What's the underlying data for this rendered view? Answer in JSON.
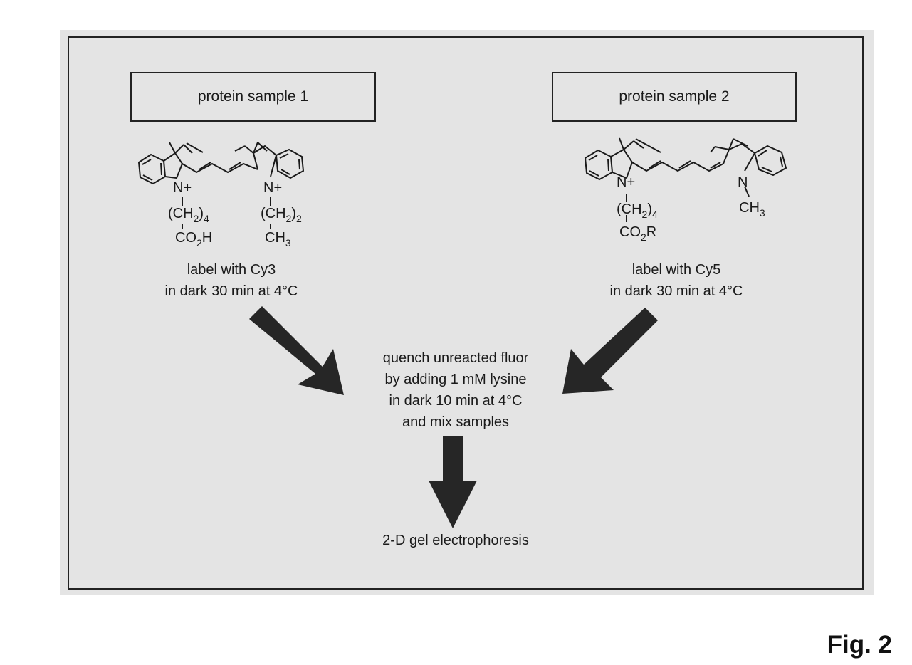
{
  "sample_1": {
    "title": "protein sample 1",
    "label_line1": "label with Cy3",
    "label_line2": "in dark 30 min at 4°C",
    "structure": {
      "n_plus_left": "N+",
      "n_plus_right": "N+",
      "chain_left_1": "(CH",
      "chain_left_1_sub": "2",
      "chain_left_1_end": ")",
      "chain_left_1_sub2": "4",
      "chain_left_2": "CO",
      "chain_left_2_sub": "2",
      "chain_left_2_end": "H",
      "chain_right_1": "(CH",
      "chain_right_1_sub": "2",
      "chain_right_1_end": ")",
      "chain_right_1_sub2": "2",
      "chain_right_2": "CH",
      "chain_right_2_sub": "3"
    }
  },
  "sample_2": {
    "title": "protein sample 2",
    "label_line1": "label with Cy5",
    "label_line2": "in dark 30 min at 4°C",
    "structure": {
      "n_plus_left": "N+",
      "n_right": "N",
      "chain_left_1": "(CH",
      "chain_left_1_sub": "2",
      "chain_left_1_end": ")",
      "chain_left_1_sub2": "4",
      "chain_left_2": "CO",
      "chain_left_2_sub": "2",
      "chain_left_2_end": "R",
      "methyl": "CH",
      "methyl_sub": "3"
    }
  },
  "quench_step": {
    "line1": "quench unreacted fluor",
    "line2": "by adding 1 mM lysine",
    "line3": "in dark 10 min at 4°C",
    "line4": "and mix samples"
  },
  "final_step": "2-D gel electrophoresis",
  "figure_label": "Fig. 2",
  "colors": {
    "panel": "#e4e4e4",
    "ink": "#1a1a1a",
    "arrow": "#262626"
  }
}
